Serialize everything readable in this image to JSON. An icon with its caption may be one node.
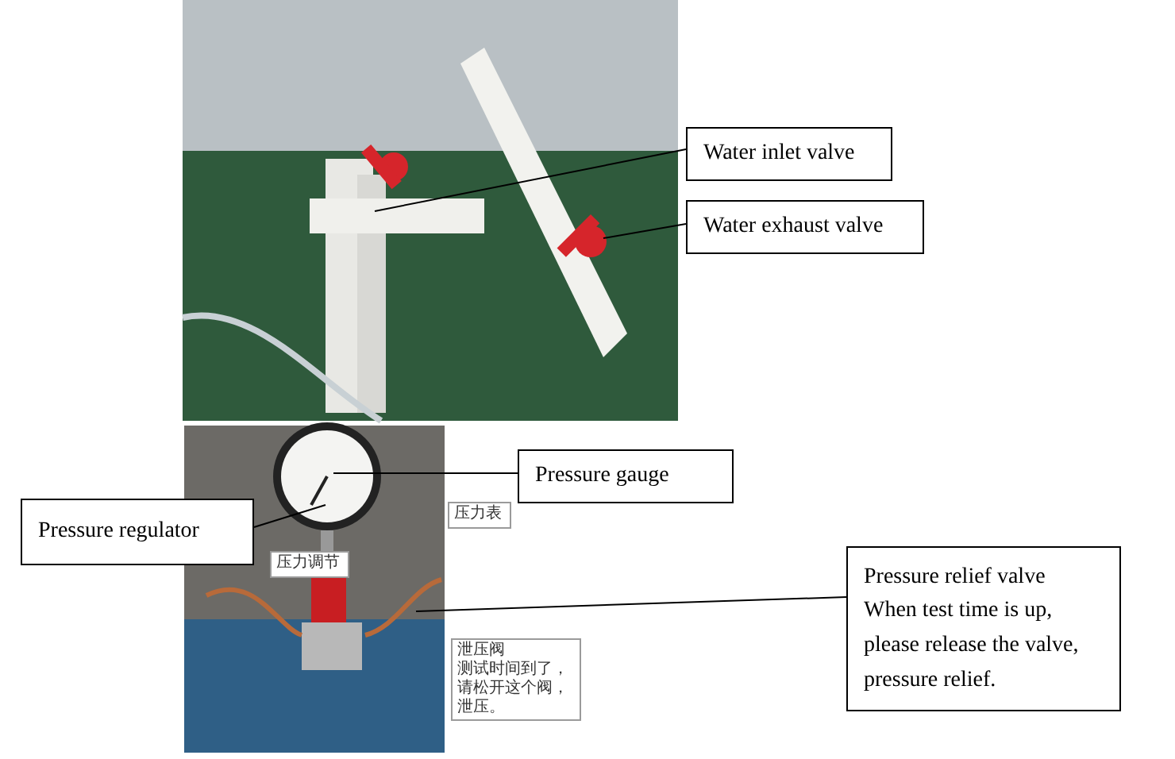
{
  "diagram": {
    "nodes": [
      {
        "text": [
          "Water inlet valve"
        ]
      },
      {
        "text": [
          "Water exhaust valve"
        ]
      },
      {
        "text": [
          "Pressure gauge"
        ]
      },
      {
        "text": [
          "Pressure regulator"
        ]
      },
      {
        "text": [
          "Pressure relief valve",
          "When test time is up, please release the valve, pressure relief."
        ]
      },
      {
        "text": [
          "压力表"
        ]
      },
      {
        "text": [
          "压力调节"
        ]
      },
      {
        "text": [
          "泄压阀",
          "测试时间到了，请松开这个阀，泄压。"
        ]
      }
    ],
    "edges": [
      {
        "from": 0,
        "to": null,
        "arrow": "none"
      },
      {
        "from": 1,
        "to": null,
        "arrow": "none"
      },
      {
        "from": 2,
        "to": null,
        "arrow": "none"
      },
      {
        "from": 3,
        "to": null,
        "arrow": "none"
      },
      {
        "from": 4,
        "to": null,
        "arrow": "none"
      }
    ]
  }
}
